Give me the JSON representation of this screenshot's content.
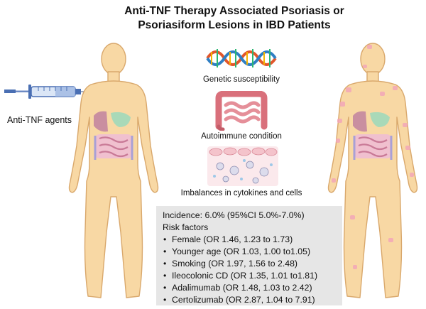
{
  "title": {
    "line1": "Anti-TNF Therapy Associated Psoriasis or",
    "line2": "Psoriasiform Lesions in IBD Patients"
  },
  "left_label": "Anti-TNF agents",
  "factors": [
    {
      "label": "Genetic susceptibility",
      "icon": "dna-icon"
    },
    {
      "label": "Autoimmune condition",
      "icon": "intestine-icon"
    },
    {
      "label": "Imbalances in cytokines and cells",
      "icon": "cells-icon"
    }
  ],
  "infobox": {
    "incidence": "Incidence: 6.0% (95%CI 5.0%-7.0%)",
    "risk_heading": "Risk factors",
    "bullet": "•",
    "risk_factors": [
      "Female (OR 1.46, 1.23 to 1.73)",
      "Younger age (OR 1.03, 1.00 to1.05)",
      "Smoking (OR 1.97, 1.56 to 2.48)",
      "Ileocolonic CD (OR 1.35, 1.01 to1.81)",
      "Adalimumab (OR 1.48, 1.03 to 2.42)",
      "Certolizumab (OR 2.87, 1.04 to 7.91)"
    ]
  },
  "colors": {
    "skin": "#f8d8a4",
    "skin_outline": "#d9a86c",
    "lesion": "#f3a7b8",
    "box_bg": "#e6e6e6"
  }
}
